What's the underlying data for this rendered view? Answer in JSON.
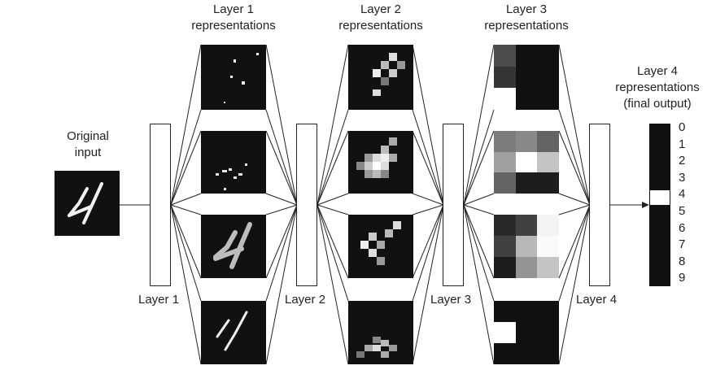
{
  "captions": {
    "original_input": [
      "Original",
      "input"
    ],
    "layer1_repr": [
      "Layer 1",
      "representations"
    ],
    "layer2_repr": [
      "Layer 2",
      "representations"
    ],
    "layer3_repr": [
      "Layer 3",
      "representations"
    ],
    "layer4_repr": [
      "Layer 4",
      "representations",
      "(final output)"
    ]
  },
  "layers": [
    "Layer 1",
    "Layer 2",
    "Layer 3",
    "Layer 4"
  ],
  "output_digits": [
    "0",
    "1",
    "2",
    "3",
    "4",
    "5",
    "6",
    "7",
    "8",
    "9"
  ],
  "active_output": "4",
  "layer3_grids": [
    [
      [
        0.25,
        0.0,
        0.0
      ],
      [
        0.15,
        0.0,
        0.0
      ],
      [
        1.0,
        0.0,
        0.0
      ]
    ],
    [
      [
        0.45,
        0.5,
        0.35
      ],
      [
        0.6,
        1.0,
        0.75
      ],
      [
        0.35,
        0.05,
        0.05
      ]
    ],
    [
      [
        0.1,
        0.2,
        0.95
      ],
      [
        0.2,
        0.7,
        0.98
      ],
      [
        0.05,
        0.55,
        0.75
      ]
    ],
    [
      [
        0.0,
        0.0,
        0.0
      ],
      [
        1.0,
        0.0,
        0.0
      ],
      [
        0.0,
        0.0,
        0.0
      ]
    ]
  ],
  "colors": {
    "stroke": "#222222",
    "tile_bg": "#111111",
    "highlight": "#ffffff"
  }
}
